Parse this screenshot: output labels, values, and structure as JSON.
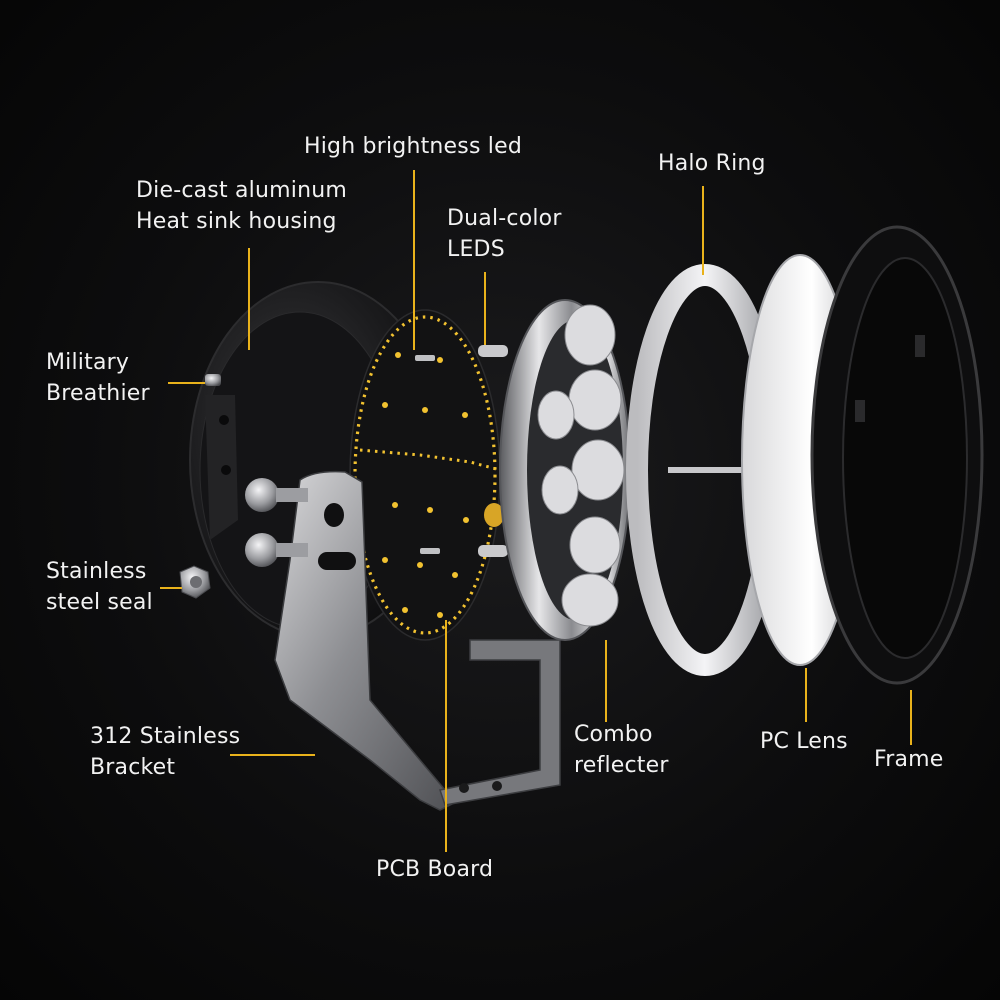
{
  "colors": {
    "leader": "#e9b21b",
    "led_dot": "#f2c230",
    "text": "#f2f2f2"
  },
  "labels": {
    "high_brightness_led": "High brightness led",
    "die_cast_line1": "Die-cast aluminum",
    "die_cast_line2": "Heat sink housing",
    "dual_color_line1": "Dual-color",
    "dual_color_line2": "LEDS",
    "halo_ring": "Halo Ring",
    "military_line1": "Military",
    "military_line2": "Breathier",
    "stainless_seal_line1": "Stainless",
    "stainless_seal_line2": "steel seal",
    "bracket_line1": "312 Stainless",
    "bracket_line2": "Bracket",
    "combo_line1": "Combo",
    "combo_line2": "reflecter",
    "pc_lens": "PC Lens",
    "frame": "Frame",
    "pcb_board": "PCB Board"
  }
}
